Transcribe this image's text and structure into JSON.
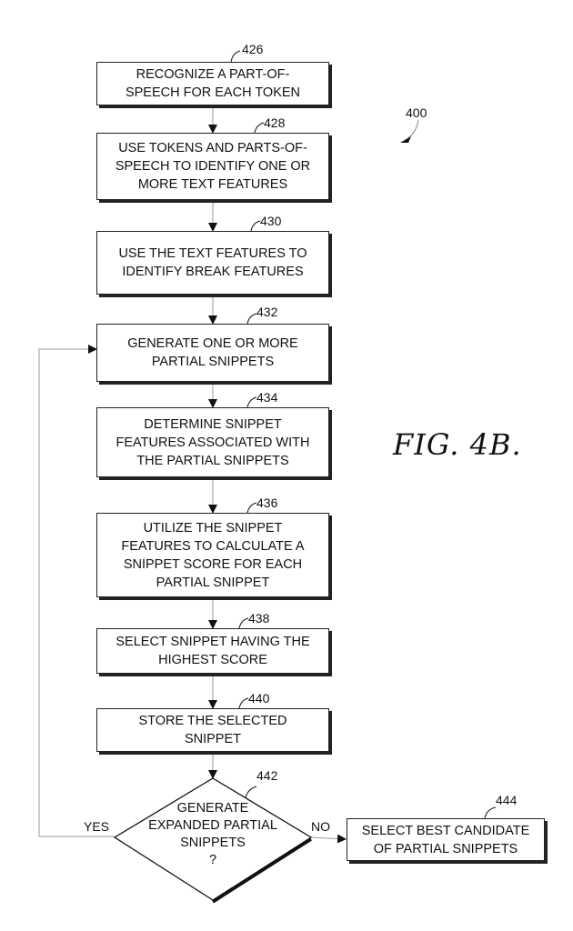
{
  "figure": {
    "label": "FIG. 4B.",
    "reference": "400"
  },
  "steps": [
    {
      "ref": "426",
      "lines": [
        "RECOGNIZE A PART-OF-",
        "SPEECH FOR EACH TOKEN"
      ]
    },
    {
      "ref": "428",
      "lines": [
        "USE TOKENS AND PARTS-OF-",
        "SPEECH TO IDENTIFY ONE OR",
        "MORE TEXT FEATURES"
      ]
    },
    {
      "ref": "430",
      "lines": [
        "USE THE TEXT FEATURES TO",
        "IDENTIFY BREAK FEATURES"
      ]
    },
    {
      "ref": "432",
      "lines": [
        "GENERATE ONE OR MORE",
        "PARTIAL SNIPPETS"
      ]
    },
    {
      "ref": "434",
      "lines": [
        "DETERMINE SNIPPET",
        "FEATURES ASSOCIATED WITH",
        "THE PARTIAL SNIPPETS"
      ]
    },
    {
      "ref": "436",
      "lines": [
        "UTILIZE THE SNIPPET",
        "FEATURES TO CALCULATE A",
        "SNIPPET SCORE FOR EACH",
        "PARTIAL SNIPPET"
      ]
    },
    {
      "ref": "438",
      "lines": [
        "SELECT SNIPPET HAVING THE",
        "HIGHEST SCORE"
      ]
    },
    {
      "ref": "440",
      "lines": [
        "STORE THE SELECTED",
        "SNIPPET"
      ]
    }
  ],
  "decision": {
    "ref": "442",
    "lines": [
      "GENERATE",
      "EXPANDED PARTIAL",
      "SNIPPETS",
      "?"
    ],
    "yes_label": "YES",
    "no_label": "NO"
  },
  "terminal": {
    "ref": "444",
    "lines": [
      "SELECT BEST CANDIDATE",
      "OF PARTIAL SNIPPETS"
    ]
  }
}
